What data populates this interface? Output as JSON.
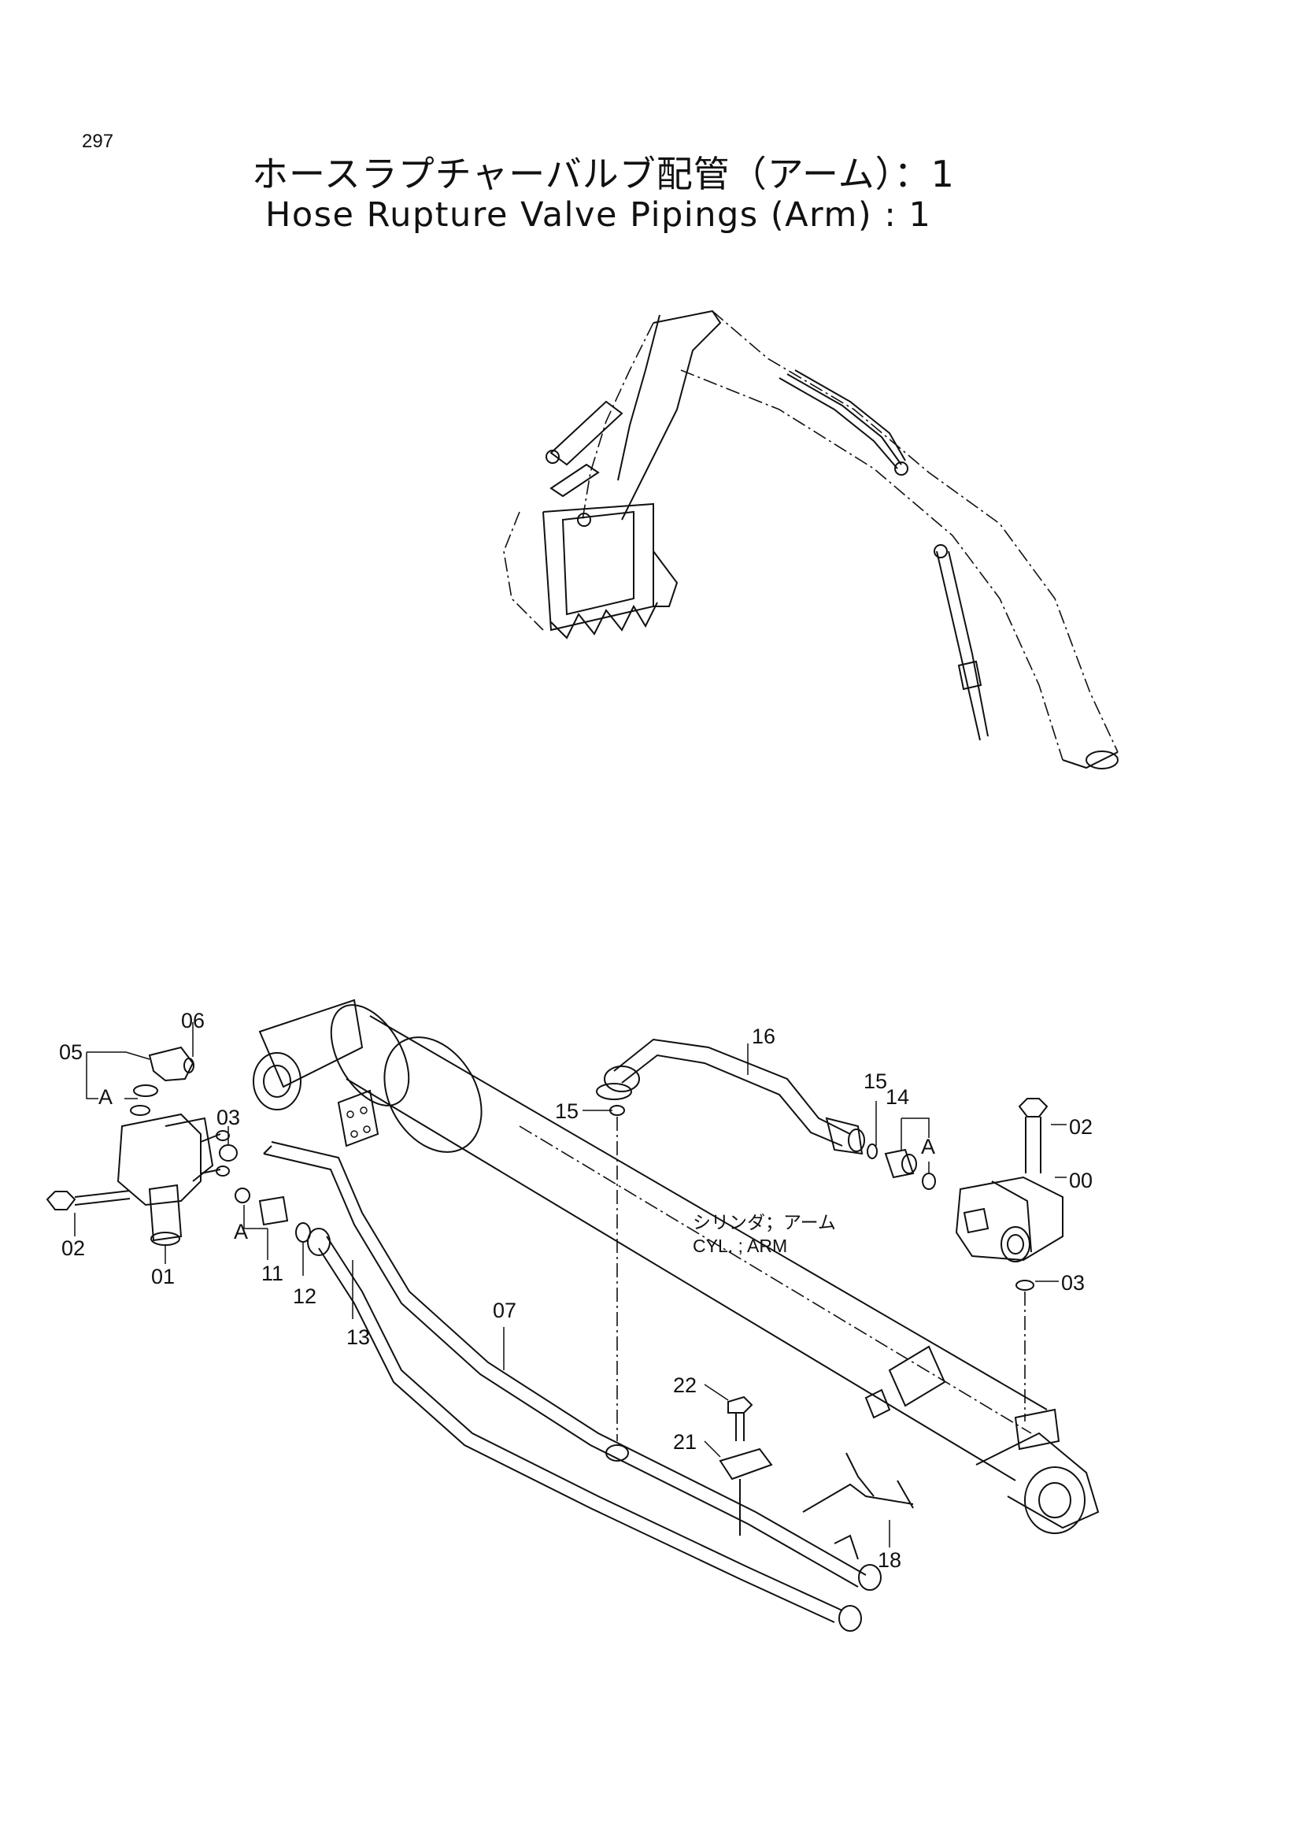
{
  "page": {
    "number": "297",
    "title_ja": "ホースラプチャーバルブ配管（アーム）：1",
    "title_en": "Hose Rupture Valve Pipings (Arm) : 1"
  },
  "callouts": {
    "c00": "00",
    "c01": "01",
    "c02_left": "02",
    "c02_right": "02",
    "c03_left": "03",
    "c03_right": "03",
    "c05": "05",
    "c06": "06",
    "c07": "07",
    "c11": "11",
    "c12": "12",
    "c13": "13",
    "c14": "14",
    "c15_left": "15",
    "c15_right": "15",
    "c16": "16",
    "c18": "18",
    "c21": "21",
    "c22": "22",
    "a_left_top": "A",
    "a_left_bottom": "A",
    "a_right": "A"
  },
  "captions": {
    "cyl_ja": "シリンダ；アーム",
    "cyl_en": "CYL. ; ARM"
  }
}
